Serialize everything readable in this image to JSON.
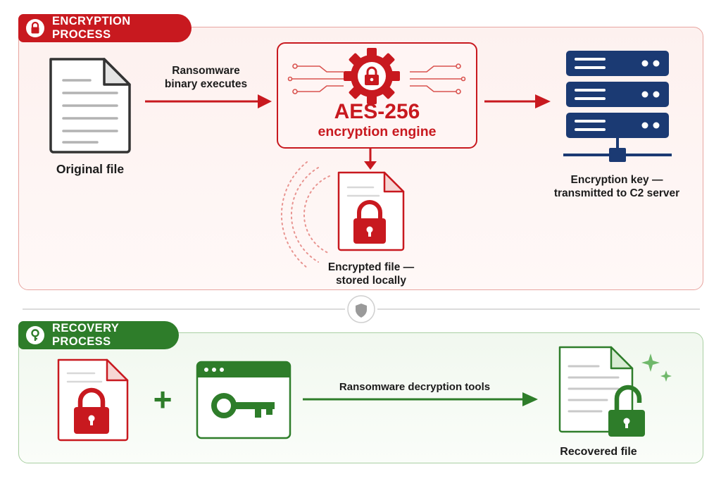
{
  "encryption": {
    "badge": "ENCRYPTION PROCESS",
    "original_file": "Original file",
    "step_label": [
      "Ransomware",
      "binary executes"
    ],
    "engine_title": "AES-256",
    "engine_subtitle": "encryption engine",
    "key_label": [
      "Encryption key —",
      "transmitted to C2 server"
    ],
    "encrypted_label": [
      "Encrypted file —",
      "stored locally"
    ]
  },
  "recovery": {
    "badge": "RECOVERY PROCESS",
    "plus": "+",
    "tools_label": "Ransomware decryption tools",
    "recovered_label": "Recovered file"
  },
  "icons": [
    "lock-badge-icon",
    "document-icon",
    "gear-lock-icon",
    "circuit-lines-icon",
    "server-icon",
    "locked-document-icon",
    "shield-icon",
    "key-badge-icon",
    "browser-key-icon",
    "unlocked-document-icon",
    "sparkle-icon"
  ],
  "colors": {
    "red": "#c8191f",
    "green": "#2e7d2a",
    "navy": "#1b3a73",
    "ink": "#333333"
  }
}
